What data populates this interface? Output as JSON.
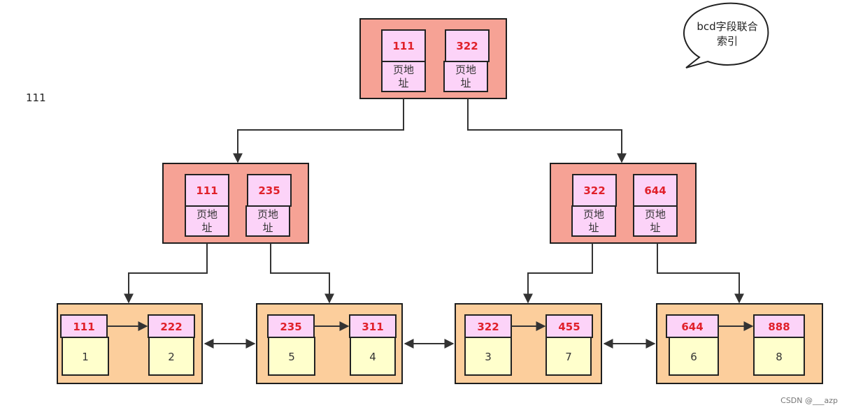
{
  "side_label": "111",
  "bubble": {
    "lines": [
      "bcd字段联合",
      "索引"
    ]
  },
  "watermark": "CSDN @___azp",
  "colors": {
    "internal_node_fill": "#f6a295",
    "leaf_node_fill": "#fcce9c",
    "key_cell_fill": "#fcd3f8",
    "value_cell_fill": "#ffffcc",
    "key_text": "#e0202a"
  },
  "tree": {
    "root": {
      "entries": [
        {
          "key": "111",
          "addr": [
            "页地",
            "址"
          ]
        },
        {
          "key": "322",
          "addr": [
            "页地",
            "址"
          ]
        }
      ]
    },
    "internal": [
      {
        "entries": [
          {
            "key": "111",
            "addr": [
              "页地",
              "址"
            ]
          },
          {
            "key": "235",
            "addr": [
              "页地",
              "址"
            ]
          }
        ]
      },
      {
        "entries": [
          {
            "key": "322",
            "addr": [
              "页地",
              "址"
            ]
          },
          {
            "key": "644",
            "addr": [
              "页地",
              "址"
            ]
          }
        ]
      }
    ],
    "leaves": [
      {
        "entries": [
          {
            "key": "111",
            "value": "1"
          },
          {
            "key": "222",
            "value": "2"
          }
        ]
      },
      {
        "entries": [
          {
            "key": "235",
            "value": "5"
          },
          {
            "key": "311",
            "value": "4"
          }
        ]
      },
      {
        "entries": [
          {
            "key": "322",
            "value": "3"
          },
          {
            "key": "455",
            "value": "7"
          }
        ]
      },
      {
        "entries": [
          {
            "key": "644",
            "value": "6"
          },
          {
            "key": "888",
            "value": "8"
          }
        ]
      }
    ]
  }
}
